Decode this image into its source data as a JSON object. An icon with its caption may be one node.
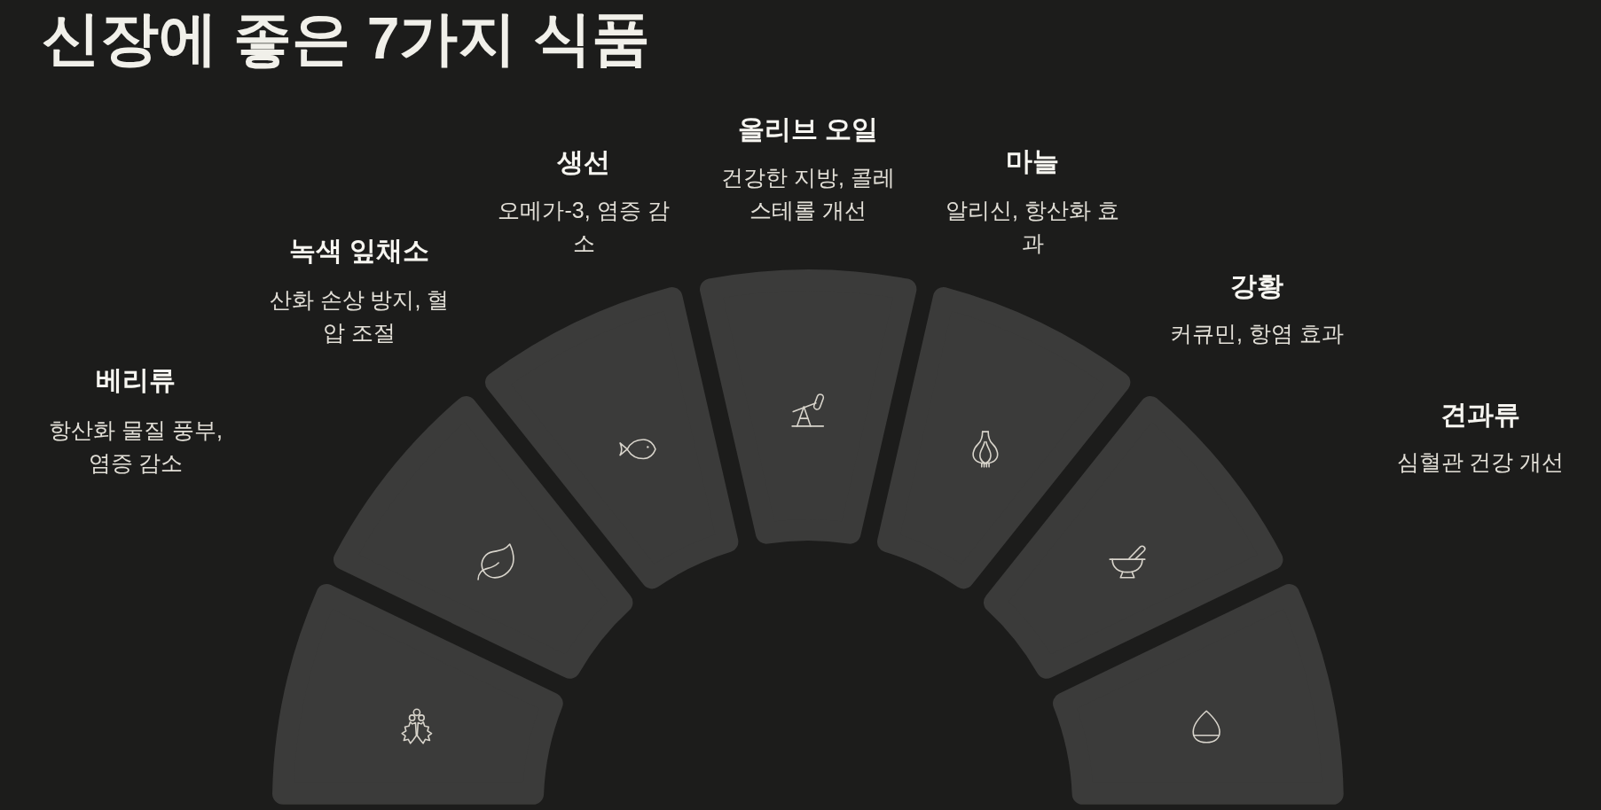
{
  "diagram": {
    "title": "신장에 좋은 7가지 식품",
    "nodes": [
      {
        "text": [],
        "shape": "sector",
        "beside": [
          "베리류",
          "항산화 물질 풍부, 염증 감소"
        ]
      },
      {
        "text": [],
        "shape": "sector",
        "beside": [
          "녹색 잎채소",
          "산화 손상 방지, 혈압 조절"
        ]
      },
      {
        "text": [],
        "shape": "sector",
        "beside": [
          "생선",
          "오메가-3, 염증 감소"
        ]
      },
      {
        "text": [],
        "shape": "sector",
        "beside": [
          "올리브 오일",
          "건강한 지방, 콜레스테롤 개선"
        ]
      },
      {
        "text": [],
        "shape": "sector",
        "beside": [
          "마늘",
          "알리신, 항산화 효과"
        ]
      },
      {
        "text": [],
        "shape": "sector",
        "beside": [
          "강황",
          "커큐민, 항염 효과"
        ]
      },
      {
        "text": [],
        "shape": "sector",
        "beside": [
          "견과류",
          "심혈관 건강 개선"
        ]
      }
    ]
  }
}
